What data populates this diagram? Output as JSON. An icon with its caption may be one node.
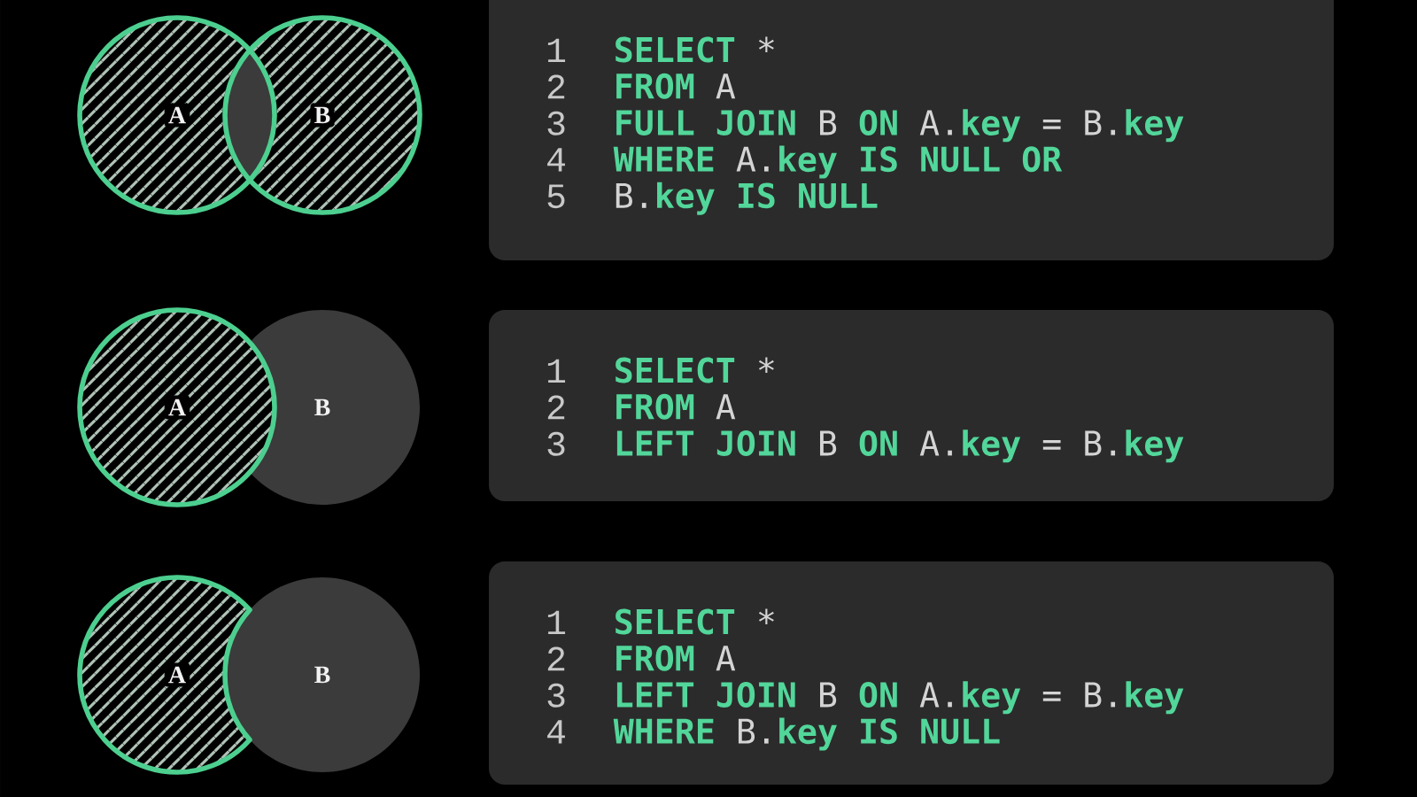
{
  "diagram": {
    "nodes": [
      {
        "text": [
          "A"
        ]
      },
      {
        "text": [
          "B"
        ]
      },
      {
        "text": [
          "1",
          "SELECT *",
          "2",
          "FROM A",
          "3",
          "FULL JOIN B ON A.key = B.key",
          "4",
          "WHERE A.key IS NULL OR",
          "5",
          "B.key IS NULL"
        ]
      },
      {
        "text": [
          "A"
        ]
      },
      {
        "text": [
          "B"
        ]
      },
      {
        "text": [
          "1",
          "SELECT *",
          "2",
          "FROM A",
          "3",
          "LEFT JOIN B ON A.key = B.key"
        ]
      },
      {
        "text": [
          "A"
        ]
      },
      {
        "text": [
          "B"
        ]
      },
      {
        "text": [
          "1",
          "SELECT *",
          "2",
          "FROM A",
          "3",
          "LEFT JOIN B ON A.key = B.key",
          "4",
          "WHERE B.key IS NULL"
        ]
      }
    ]
  }
}
